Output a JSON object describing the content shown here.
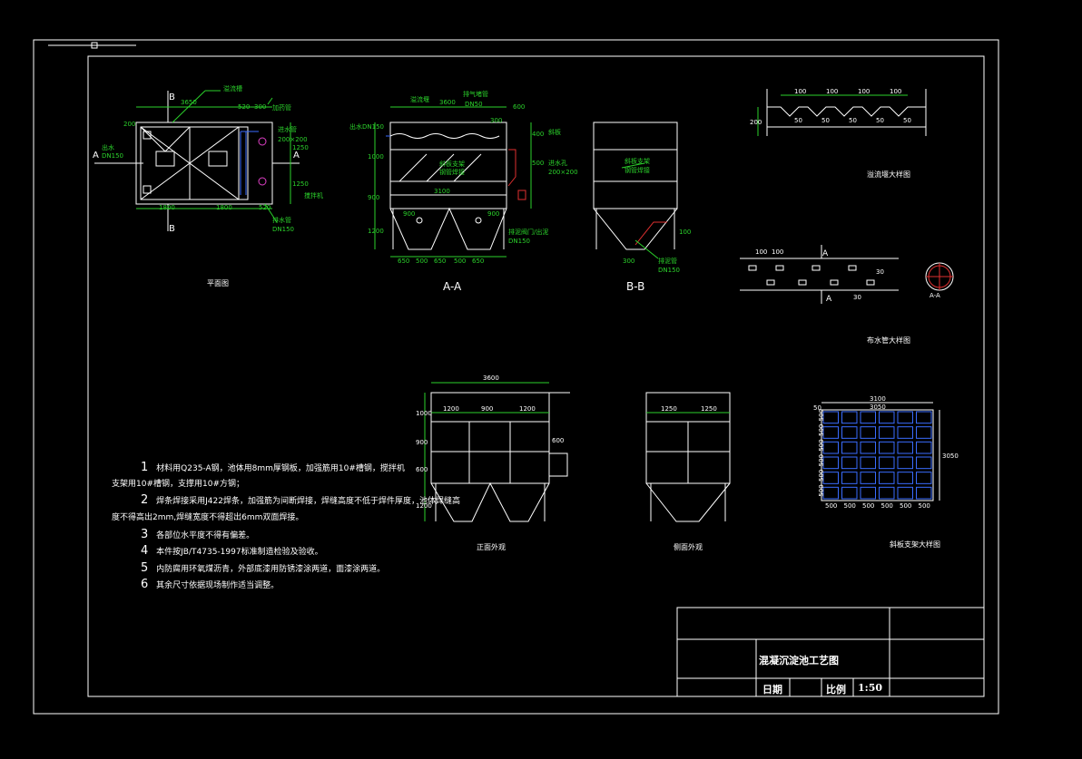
{
  "colors": {
    "background": "#000000",
    "lines": "#ffffff",
    "dimension": "#2bd22b",
    "pipe": "#3a6cff",
    "nozzle": "#e040c8"
  },
  "views": {
    "plan": {
      "label": "平面图",
      "sec_a": "A",
      "sec_b": "B",
      "dims": {
        "total": "3650",
        "d520": "520",
        "d300": "300",
        "d200": "200",
        "d1800a": "1800",
        "d1800b": "1800",
        "d520b": "520",
        "d1250a": "1250",
        "d1250b": "1250"
      },
      "tags": {
        "t1": "溢流槽",
        "t2": "加药管",
        "t3": "进水管",
        "t3b": "200×200",
        "t4": "搅拌机",
        "t5": "排水管",
        "t5b": "DN150",
        "t6": "出水",
        "t6b": "DN150"
      }
    },
    "section_aa": {
      "label": "A-A",
      "dims": {
        "top": "3600",
        "d600": "600",
        "h1000": "1000",
        "h900": "900",
        "h1200": "1200",
        "w3100": "3100",
        "d900a": "900",
        "d900b": "900",
        "b1": "650",
        "b2": "500",
        "b3": "650",
        "b4": "500",
        "b5": "650",
        "d300": "300",
        "d400": "400",
        "d500": "500"
      },
      "tags": {
        "t1": "溢流堰",
        "t2": "排气堵管",
        "t2b": "DN50",
        "t3": "出水DN150",
        "t4": "斜板",
        "t5": "斜板支架",
        "t5b": "钢管焊接",
        "t6": "进水孔",
        "t6b": "200×200",
        "t7": "排泥阀门/出泥",
        "t7b": "DN150"
      }
    },
    "section_bb": {
      "label": "B-B",
      "tags": {
        "t1": "斜板支架",
        "t1b": "钢管焊接",
        "t2": "排泥管",
        "t2b": "DN150"
      },
      "dims": {
        "d100": "100",
        "d300": "300"
      }
    },
    "weir_detail": {
      "label": "溢流堰大样图",
      "dims": {
        "a": "100",
        "b": "100",
        "c": "100",
        "d": "100",
        "h": "200",
        "h2": "50",
        "h3": "50",
        "h4": "50",
        "h5": "50",
        "h6": "50"
      }
    },
    "hole_detail": {
      "label": "布水管大样图",
      "dims": {
        "a": "100",
        "b": "100",
        "c": "30",
        "d": "30"
      },
      "sec": "A",
      "circ": "A-A"
    },
    "front": {
      "label": "正面外观",
      "dims": {
        "top": "3600",
        "a": "1200",
        "b": "900",
        "c": "1200",
        "h1": "1000",
        "h2": "900",
        "h3": "600",
        "h4": "1200",
        "side": "600"
      }
    },
    "side": {
      "label": "侧面外观",
      "dims": {
        "a": "1250",
        "b": "1250"
      }
    },
    "grid": {
      "label": "斜板支架大样图",
      "dims": {
        "w1": "3100",
        "w2": "3050",
        "top": "50",
        "right": "3050",
        "cells": [
          "500",
          "500",
          "500",
          "500",
          "500",
          "500"
        ],
        "rows": [
          "500",
          "500",
          "500",
          "500",
          "500",
          "500"
        ]
      }
    }
  },
  "notes": [
    {
      "num": "1",
      "line1": "材料用Q235-A钢，池体用8mm厚钢板，加强筋用10#槽钢，搅拌机",
      "line2": "支架用10#槽钢，支撑用10#方钢；"
    },
    {
      "num": "2",
      "line1": "焊条焊接采用J422焊条，加强筋为间断焊接，焊缝高度不低于焊件厚度，池体焊缝高",
      "line2": "度不得高出2mm,焊缝宽度不得超出6mm双面焊接。"
    },
    {
      "num": "3",
      "line1": "各部位水平度不得有偏差。"
    },
    {
      "num": "4",
      "line1": "本件按JB/T4735-1997标准制造检验及验收。"
    },
    {
      "num": "5",
      "line1": "内防腐用环氧煤沥青，外部底漆用防锈漆涂两道，面漆涂两道。"
    },
    {
      "num": "6",
      "line1": "其余尺寸依据现场制作适当调整。"
    }
  ],
  "title_block": {
    "title": "混凝沉淀池工艺图",
    "date_label": "日期",
    "scale_label": "比例",
    "scale_value": "1:50"
  }
}
